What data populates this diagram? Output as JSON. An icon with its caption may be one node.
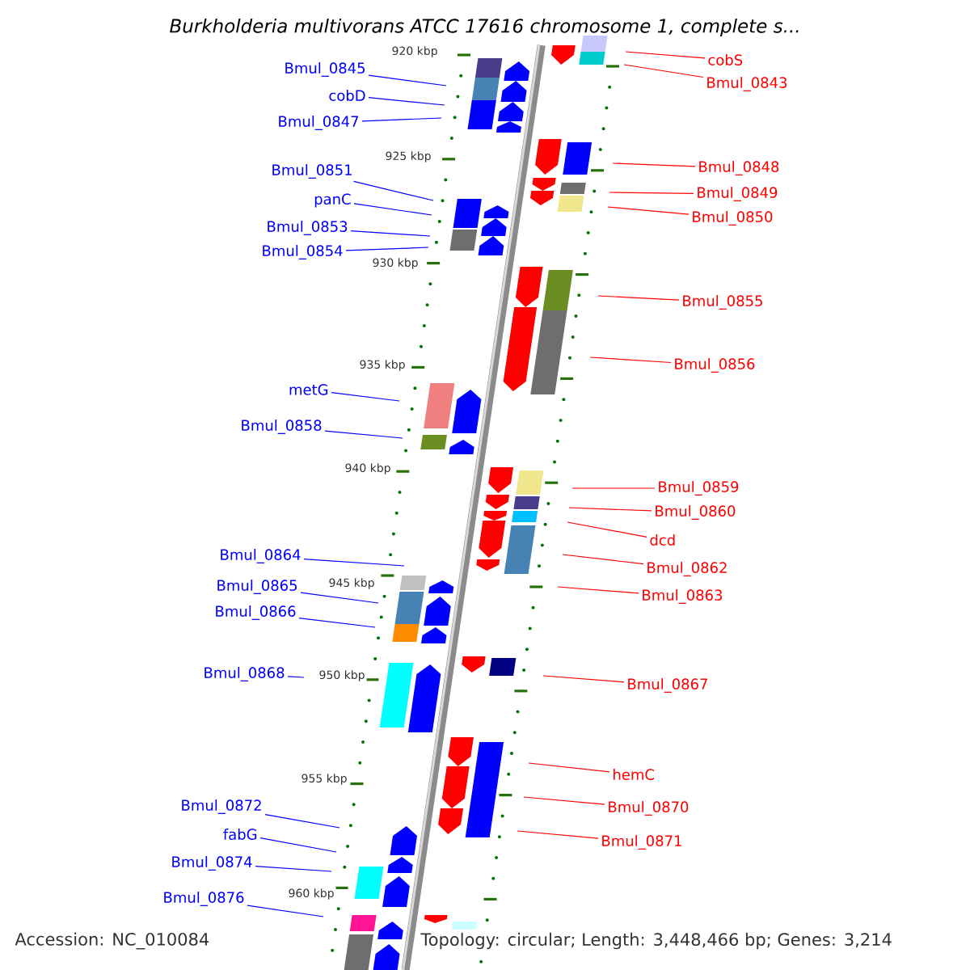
{
  "diagram": {
    "title": "Burkholderia multivorans ATCC 17616 chromosome 1, complete s...",
    "nodes": [
      {
        "text": [
          "Bmul_0845"
        ]
      },
      {
        "text": [
          "cobD"
        ]
      },
      {
        "text": [
          "Bmul_0847"
        ]
      },
      {
        "text": [
          "Bmul_0851"
        ]
      },
      {
        "text": [
          "panC"
        ]
      },
      {
        "text": [
          "Bmul_0853"
        ]
      },
      {
        "text": [
          "Bmul_0854"
        ]
      },
      {
        "text": [
          "metG"
        ]
      },
      {
        "text": [
          "Bmul_0858"
        ]
      },
      {
        "text": [
          "Bmul_0864"
        ]
      },
      {
        "text": [
          "Bmul_0865"
        ]
      },
      {
        "text": [
          "Bmul_0866"
        ]
      },
      {
        "text": [
          "Bmul_0868"
        ]
      },
      {
        "text": [
          "Bmul_0872"
        ]
      },
      {
        "text": [
          "fabG"
        ]
      },
      {
        "text": [
          "Bmul_0874"
        ]
      },
      {
        "text": [
          "Bmul_0876"
        ]
      },
      {
        "text": [
          "cobS"
        ]
      },
      {
        "text": [
          "Bmul_0843"
        ]
      },
      {
        "text": [
          "Bmul_0848"
        ]
      },
      {
        "text": [
          "Bmul_0849"
        ]
      },
      {
        "text": [
          "Bmul_0850"
        ]
      },
      {
        "text": [
          "Bmul_0855"
        ]
      },
      {
        "text": [
          "Bmul_0856"
        ]
      },
      {
        "text": [
          "Bmul_0859"
        ]
      },
      {
        "text": [
          "Bmul_0860"
        ]
      },
      {
        "text": [
          "dcd"
        ]
      },
      {
        "text": [
          "Bmul_0862"
        ]
      },
      {
        "text": [
          "Bmul_0863"
        ]
      },
      {
        "text": [
          "Bmul_0867"
        ]
      },
      {
        "text": [
          "hemC"
        ]
      },
      {
        "text": [
          "Bmul_0870"
        ]
      },
      {
        "text": [
          "Bmul_0871"
        ]
      }
    ],
    "edges": [
      {
        "from": 0,
        "to": null,
        "arrow": "none",
        "color": "#0000ff"
      },
      {
        "from": 1,
        "to": null,
        "arrow": "none",
        "color": "#0000ff"
      },
      {
        "from": 2,
        "to": null,
        "arrow": "none",
        "color": "#0000ff"
      },
      {
        "from": 3,
        "to": null,
        "arrow": "none",
        "color": "#0000ff"
      },
      {
        "from": 4,
        "to": null,
        "arrow": "none",
        "color": "#0000ff"
      },
      {
        "from": 5,
        "to": null,
        "arrow": "none",
        "color": "#0000ff"
      },
      {
        "from": 6,
        "to": null,
        "arrow": "none",
        "color": "#0000ff"
      },
      {
        "from": 7,
        "to": null,
        "arrow": "none",
        "color": "#0000ff"
      },
      {
        "from": 8,
        "to": null,
        "arrow": "none",
        "color": "#0000ff"
      },
      {
        "from": 9,
        "to": null,
        "arrow": "none",
        "color": "#0000ff"
      },
      {
        "from": 10,
        "to": null,
        "arrow": "none",
        "color": "#0000ff"
      },
      {
        "from": 11,
        "to": null,
        "arrow": "none",
        "color": "#0000ff"
      },
      {
        "from": 12,
        "to": null,
        "arrow": "none",
        "color": "#0000ff"
      },
      {
        "from": 13,
        "to": null,
        "arrow": "none",
        "color": "#0000ff"
      },
      {
        "from": 14,
        "to": null,
        "arrow": "none",
        "color": "#0000ff"
      },
      {
        "from": 15,
        "to": null,
        "arrow": "none",
        "color": "#0000ff"
      },
      {
        "from": 16,
        "to": null,
        "arrow": "none",
        "color": "#0000ff"
      },
      {
        "from": 17,
        "to": null,
        "arrow": "none",
        "color": "#ff0000"
      },
      {
        "from": 18,
        "to": null,
        "arrow": "none",
        "color": "#ff0000"
      },
      {
        "from": 19,
        "to": null,
        "arrow": "none",
        "color": "#ff0000"
      },
      {
        "from": 20,
        "to": null,
        "arrow": "none",
        "color": "#ff0000"
      },
      {
        "from": 21,
        "to": null,
        "arrow": "none",
        "color": "#ff0000"
      },
      {
        "from": 22,
        "to": null,
        "arrow": "none",
        "color": "#ff0000"
      },
      {
        "from": 23,
        "to": null,
        "arrow": "none",
        "color": "#ff0000"
      },
      {
        "from": 24,
        "to": null,
        "arrow": "none",
        "color": "#ff0000"
      },
      {
        "from": 25,
        "to": null,
        "arrow": "none",
        "color": "#ff0000"
      },
      {
        "from": 26,
        "to": null,
        "arrow": "none",
        "color": "#ff0000"
      },
      {
        "from": 27,
        "to": null,
        "arrow": "none",
        "color": "#ff0000"
      },
      {
        "from": 28,
        "to": null,
        "arrow": "none",
        "color": "#ff0000"
      },
      {
        "from": 29,
        "to": null,
        "arrow": "none",
        "color": "#ff0000"
      },
      {
        "from": 30,
        "to": null,
        "arrow": "none",
        "color": "#ff0000"
      },
      {
        "from": 31,
        "to": null,
        "arrow": "none",
        "color": "#ff0000"
      },
      {
        "from": 32,
        "to": null,
        "arrow": "none",
        "color": "#ff0000"
      }
    ],
    "labels": [
      "920 kbp",
      "925 kbp",
      "930 kbp",
      "935 kbp",
      "940 kbp",
      "945 kbp",
      "950 kbp",
      "955 kbp",
      "960 kbp",
      "Accession: NC_010084",
      "Topology: circular; Length: 3,448,466 bp; Genes: 3,214"
    ]
  }
}
